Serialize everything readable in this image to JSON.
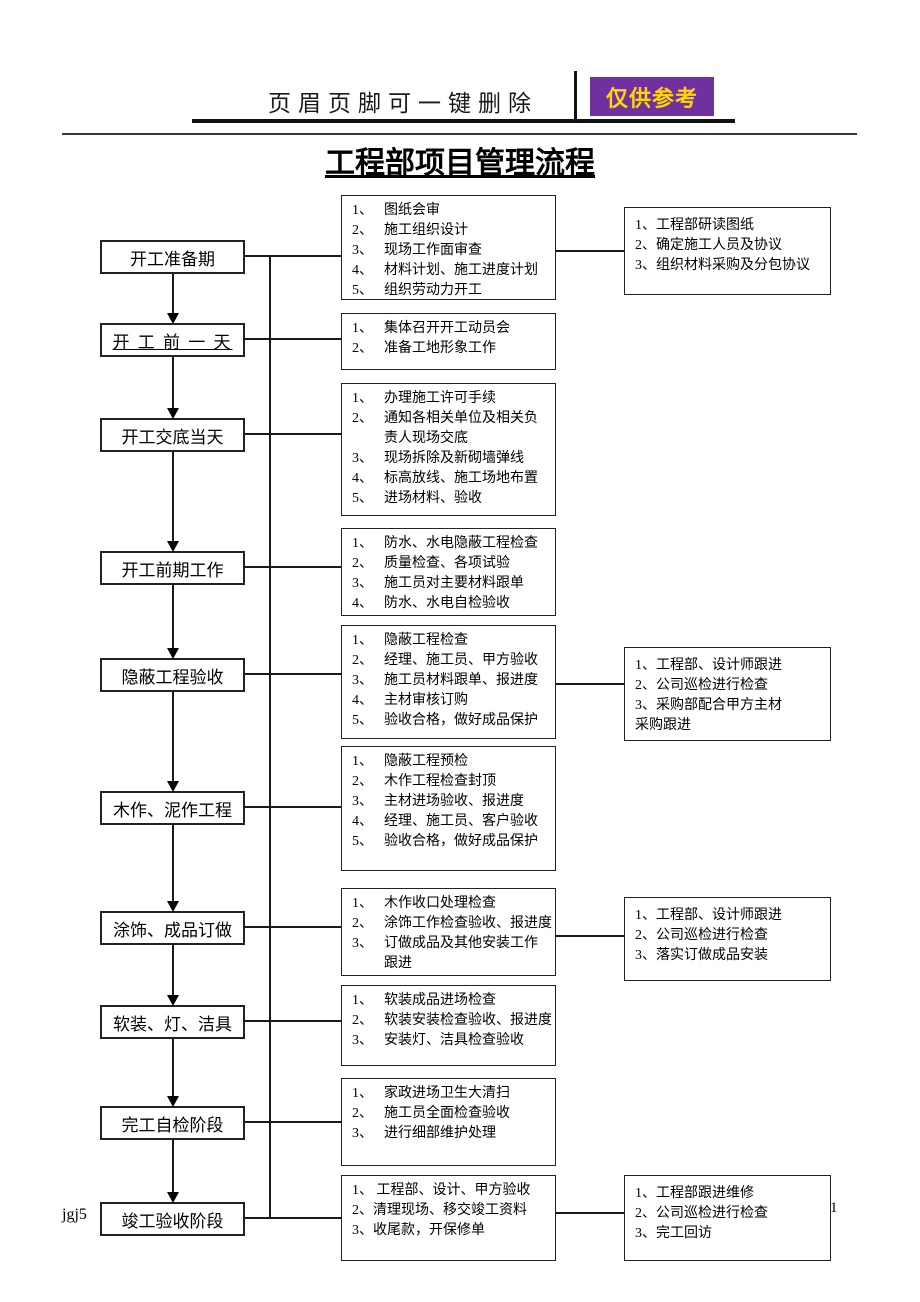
{
  "header": {
    "note": "页眉页脚可一键删除",
    "badge": "仅供参考",
    "badge_bg": "#7030A0",
    "badge_fg": "#FFD700"
  },
  "title": "工程部项目管理流程",
  "footer": {
    "left_note": "jgj5",
    "page_number": "1"
  },
  "flow": {
    "rows": [
      {
        "stage": "开工准备期",
        "tasks": [
          {
            "n": "1、",
            "lines": [
              "图纸会审"
            ]
          },
          {
            "n": "2、",
            "lines": [
              "施工组织设计"
            ]
          },
          {
            "n": "3、",
            "lines": [
              "现场工作面审查"
            ]
          },
          {
            "n": "4、",
            "lines": [
              "材料计划、施工进度计划"
            ]
          },
          {
            "n": "5、",
            "lines": [
              "组织劳动力开工"
            ]
          }
        ],
        "side": [
          {
            "n": "1、",
            "lines": [
              "工程部研读图纸"
            ]
          },
          {
            "n": "2、",
            "lines": [
              "确定施工人员及协议"
            ]
          },
          {
            "n": "3、",
            "lines": [
              "组织材料采购及分包协议"
            ]
          }
        ]
      },
      {
        "stage": "开 工 前 一 天",
        "underline": true,
        "tasks": [
          {
            "n": "1、",
            "lines": [
              "集体召开开工动员会"
            ]
          },
          {
            "n": "2、",
            "lines": [
              "准备工地形象工作"
            ]
          }
        ],
        "side": null
      },
      {
        "stage": "开工交底当天",
        "tasks": [
          {
            "n": "1、",
            "lines": [
              "办理施工许可手续"
            ]
          },
          {
            "n": "2、",
            "lines": [
              "通知各相关单位及相关负",
              "责人现场交底"
            ]
          },
          {
            "n": "3、",
            "lines": [
              "现场拆除及新砌墙弹线"
            ]
          },
          {
            "n": "4、",
            "lines": [
              "标高放线、施工场地布置"
            ]
          },
          {
            "n": "5、",
            "lines": [
              "进场材料、验收"
            ]
          }
        ],
        "side": null
      },
      {
        "stage": "开工前期工作",
        "tasks": [
          {
            "n": "1、",
            "lines": [
              "防水、水电隐蔽工程检查"
            ]
          },
          {
            "n": "2、",
            "lines": [
              "质量检查、各项试验"
            ]
          },
          {
            "n": "3、",
            "lines": [
              "施工员对主要材料跟单"
            ]
          },
          {
            "n": "4、",
            "lines": [
              "防水、水电自检验收"
            ]
          }
        ],
        "side": null
      },
      {
        "stage": "隐蔽工程验收",
        "tasks": [
          {
            "n": "1、",
            "lines": [
              "隐蔽工程检查"
            ]
          },
          {
            "n": "2、",
            "lines": [
              "经理、施工员、甲方验收"
            ]
          },
          {
            "n": "3、",
            "lines": [
              "施工员材料跟单、报进度"
            ]
          },
          {
            "n": "4、",
            "lines": [
              "主材审核订购"
            ]
          },
          {
            "n": "5、",
            "lines": [
              "验收合格，做好成品保护"
            ]
          }
        ],
        "side": [
          {
            "n": "1、",
            "lines": [
              "工程部、设计师跟进"
            ]
          },
          {
            "n": "2、",
            "lines": [
              "公司巡检进行检查"
            ]
          },
          {
            "n": "3、",
            "lines": [
              "采购部配合甲方主材",
              "采购跟进"
            ]
          }
        ]
      },
      {
        "stage": "木作、泥作工程",
        "tasks": [
          {
            "n": "1、",
            "lines": [
              "隐蔽工程预检"
            ]
          },
          {
            "n": "2、",
            "lines": [
              "木作工程检查封顶"
            ]
          },
          {
            "n": "3、",
            "lines": [
              "主材进场验收、报进度"
            ]
          },
          {
            "n": "4、",
            "lines": [
              "经理、施工员、客户验收"
            ]
          },
          {
            "n": "5、",
            "lines": [
              "验收合格，做好成品保护"
            ]
          }
        ],
        "side": null
      },
      {
        "stage": "涂饰、成品订做",
        "tasks": [
          {
            "n": "1、",
            "lines": [
              "木作收口处理检查"
            ]
          },
          {
            "n": "2、",
            "lines": [
              "涂饰工作检查验收、报进度"
            ]
          },
          {
            "n": "3、",
            "lines": [
              "订做成品及其他安装工作",
              "跟进"
            ]
          }
        ],
        "side": [
          {
            "n": "1、",
            "lines": [
              "工程部、设计师跟进"
            ]
          },
          {
            "n": "2、",
            "lines": [
              "公司巡检进行检查"
            ]
          },
          {
            "n": "3、",
            "lines": [
              "落实订做成品安装"
            ]
          }
        ]
      },
      {
        "stage": "软装、灯、洁具",
        "tasks": [
          {
            "n": "1、",
            "lines": [
              "软装成品进场检查"
            ]
          },
          {
            "n": "2、",
            "lines": [
              "软装安装检查验收、报进度"
            ]
          },
          {
            "n": "3、",
            "lines": [
              "安装灯、洁具检查验收"
            ]
          }
        ],
        "side": null
      },
      {
        "stage": "完工自检阶段",
        "tasks": [
          {
            "n": "1、",
            "lines": [
              "家政进场卫生大清扫"
            ]
          },
          {
            "n": "2、",
            "lines": [
              "施工员全面检查验收"
            ]
          },
          {
            "n": "3、",
            "lines": [
              "进行细部维护处理"
            ]
          }
        ],
        "side": null
      },
      {
        "stage": "竣工验收阶段",
        "tight": true,
        "tasks": [
          {
            "n": "1、",
            "lines": [
              " 工程部、设计、甲方验收"
            ]
          },
          {
            "n": "2、",
            "lines": [
              "清理现场、移交竣工资料"
            ]
          },
          {
            "n": "3、",
            "lines": [
              "收尾款，开保修单"
            ]
          }
        ],
        "side": [
          {
            "n": "1、",
            "lines": [
              "工程部跟进维修"
            ]
          },
          {
            "n": "2、",
            "lines": [
              "公司巡检进行检查"
            ]
          },
          {
            "n": "3、",
            "lines": [
              "完工回访"
            ]
          }
        ]
      }
    ]
  }
}
